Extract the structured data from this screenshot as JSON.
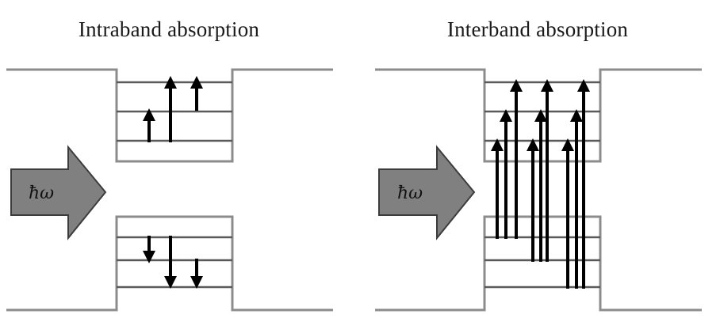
{
  "diagrams": [
    {
      "id": "left",
      "title": "Intraband absorption",
      "photon_label": "ħω"
    },
    {
      "id": "right",
      "title": "Interband absorption",
      "photon_label": "ħω"
    }
  ],
  "colors": {
    "well_outline": "#8c8c8c",
    "level_line": "#5a5a5a",
    "arrow": "#000000",
    "photon_arrow_fill": "#808080",
    "photon_arrow_stroke": "#3c3c3c"
  }
}
